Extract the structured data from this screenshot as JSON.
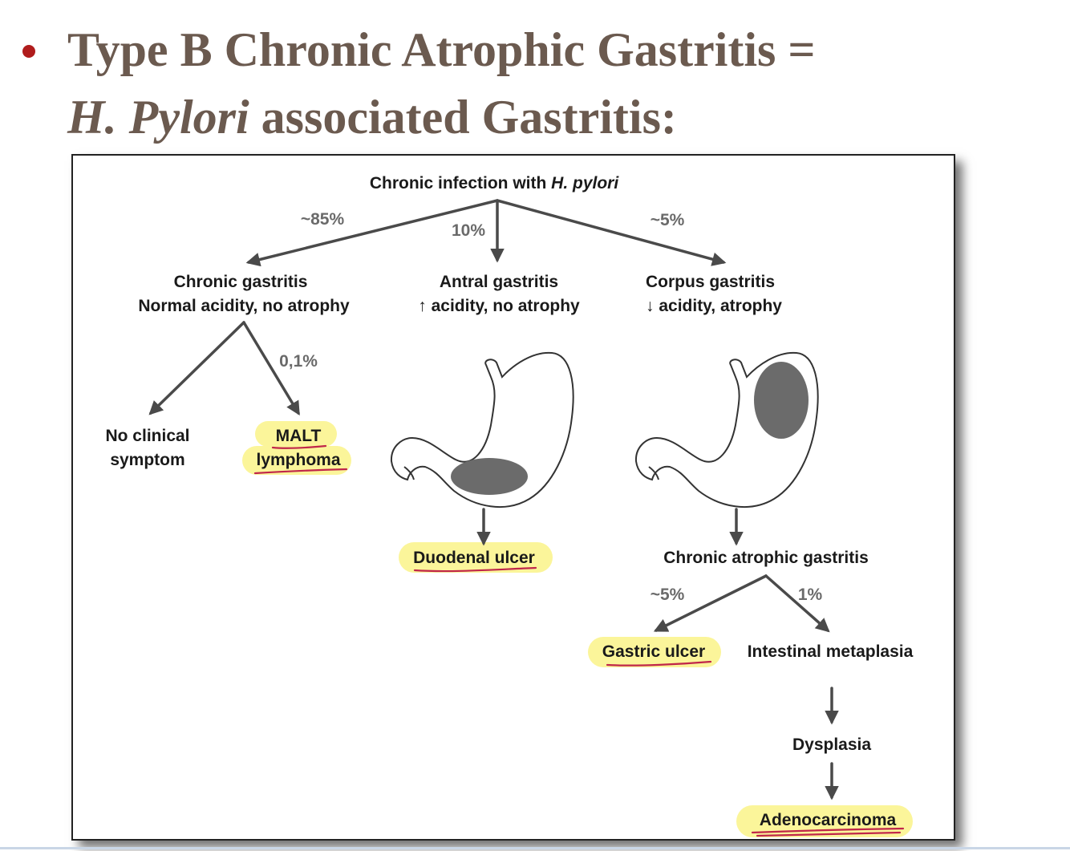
{
  "heading": {
    "line1": "Type B Chronic Atrophic Gastritis =",
    "line2_italic": "H. Pylori",
    "line2_rest": " associated Gastritis:"
  },
  "diagram": {
    "root_prefix": "Chronic infection with ",
    "root_italic": "H. pylori",
    "pct_left": "~85%",
    "pct_mid": "10%",
    "pct_right": "~5%",
    "left_title": "Chronic gastritis",
    "left_sub": "Normal acidity, no atrophy",
    "mid_title": "Antral gastritis",
    "mid_sub": "↑ acidity, no atrophy",
    "right_title": "Corpus gastritis",
    "right_sub": "↓ acidity, atrophy",
    "pct_malt": "0,1%",
    "no_symptom_1": "No clinical",
    "no_symptom_2": "symptom",
    "malt_1": "MALT",
    "malt_2": "lymphoma",
    "duodenal": "Duodenal ulcer",
    "cag": "Chronic atrophic gastritis",
    "pct_gu": "~5%",
    "pct_im": "1%",
    "gastric_ulcer": "Gastric ulcer",
    "metaplasia": "Intestinal metaplasia",
    "dysplasia": "Dysplasia",
    "adenocarcinoma": "Adenocarcinoma"
  },
  "colors": {
    "heading": "#6b5a4f",
    "bullet": "#b01c1c",
    "highlight": "#fbf59a",
    "underline": "#c0264a",
    "arrow": "#4a4a4a"
  }
}
